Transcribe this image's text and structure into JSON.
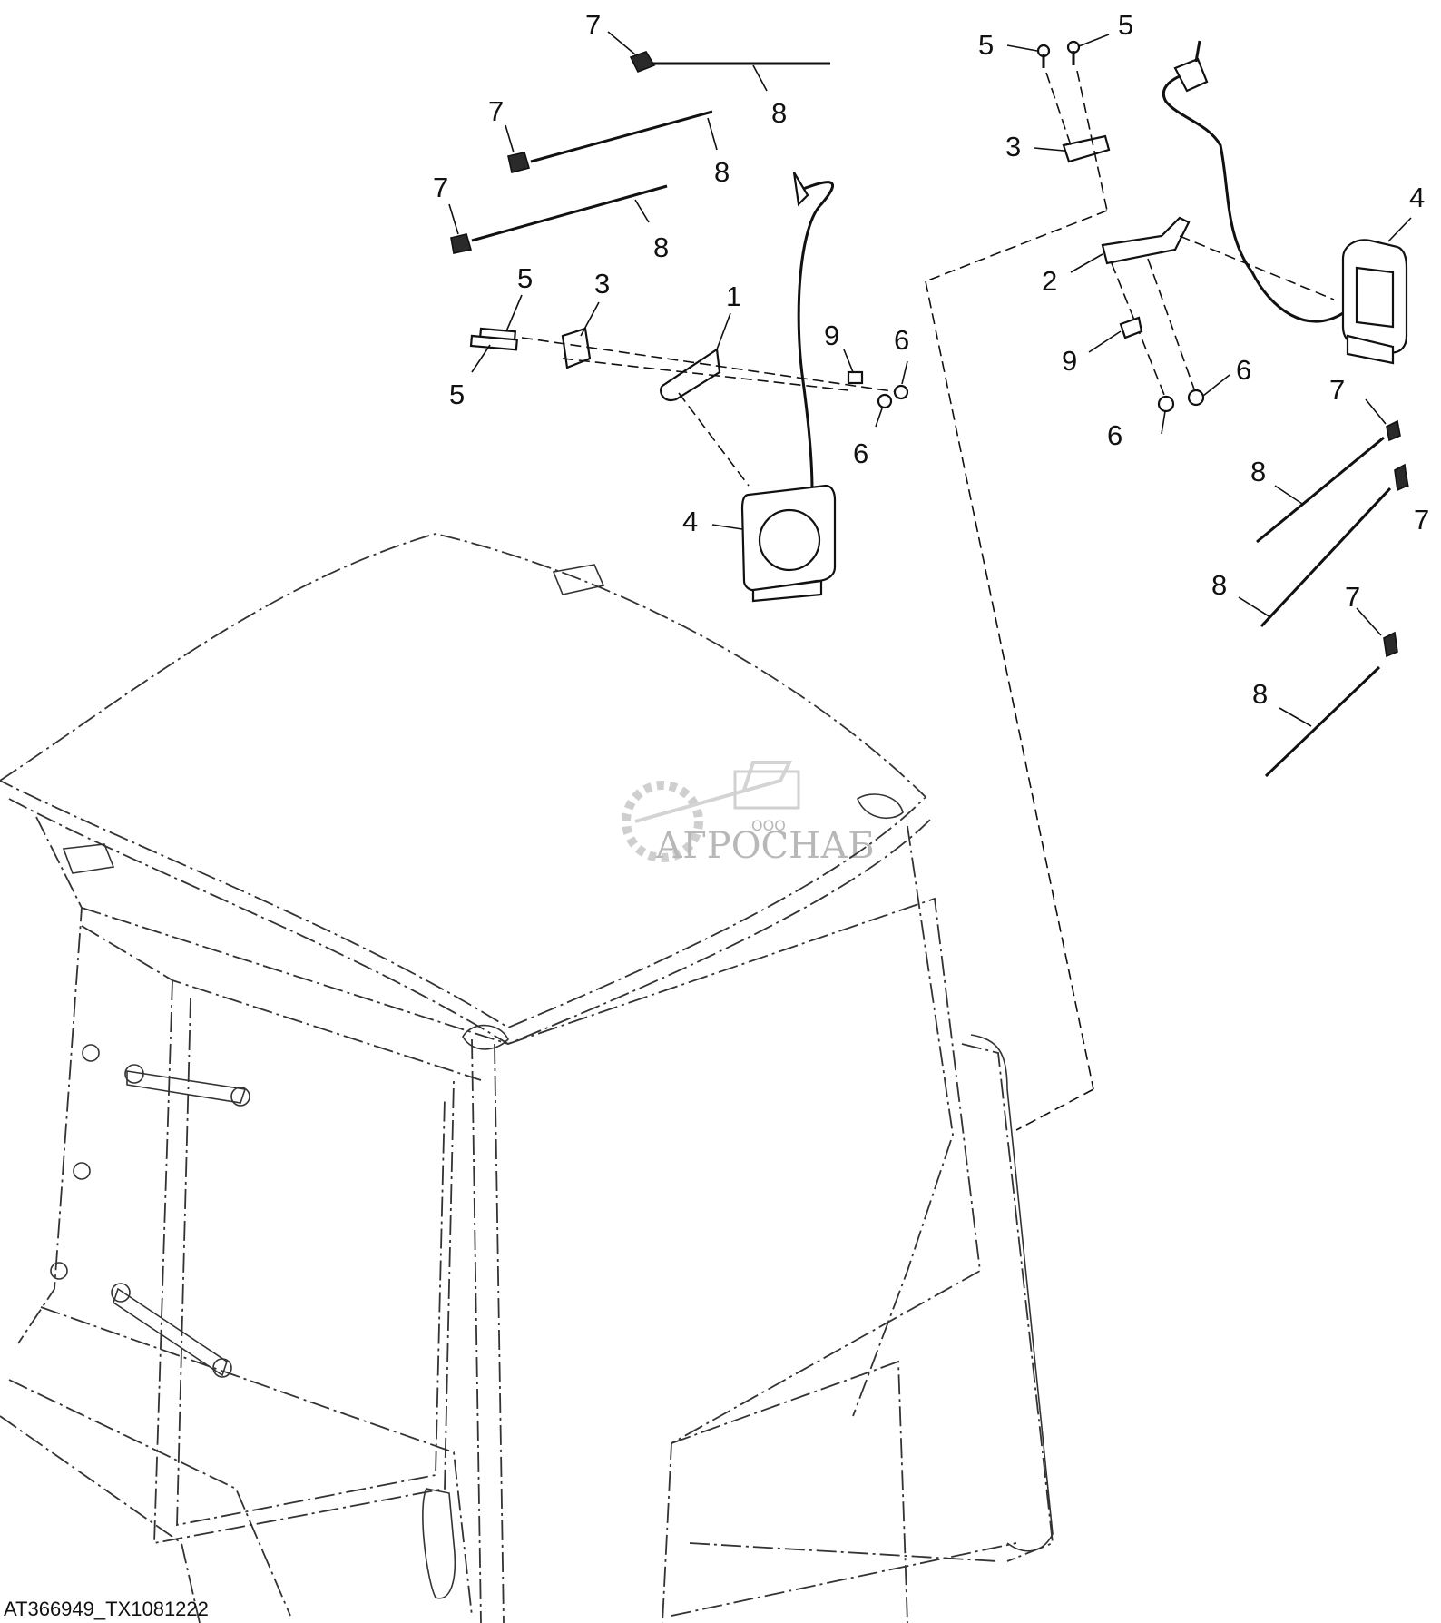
{
  "figure_id": "AT366949_TX1081222",
  "watermark": {
    "small": "ООО",
    "name": "АГРОСНАБ"
  },
  "callouts": {
    "left_tie_top": "7",
    "left_tie_top_line": "8",
    "left_tie_mid": "7",
    "left_tie_mid_line": "8",
    "left_tie_low": "7",
    "left_tie_low_line": "8",
    "left_bolt_upper": "5",
    "left_bolt_lower": "5",
    "left_clamp": "3",
    "left_bracket": "1",
    "left_nut_clip": "9",
    "left_nut_upper": "6",
    "left_nut_lower": "6",
    "left_lamp": "4",
    "right_bolt_a": "5",
    "right_bolt_b": "5",
    "right_clamp": "3",
    "right_bracket": "2",
    "right_clip": "9",
    "right_nut_a": "6",
    "right_nut_b": "6",
    "right_lamp": "4",
    "right_tie_a": "7",
    "right_tie_a_line": "8",
    "right_tie_b": "7",
    "right_tie_b_line": "8",
    "right_tie_c": "7",
    "right_tie_c_line": "8"
  }
}
